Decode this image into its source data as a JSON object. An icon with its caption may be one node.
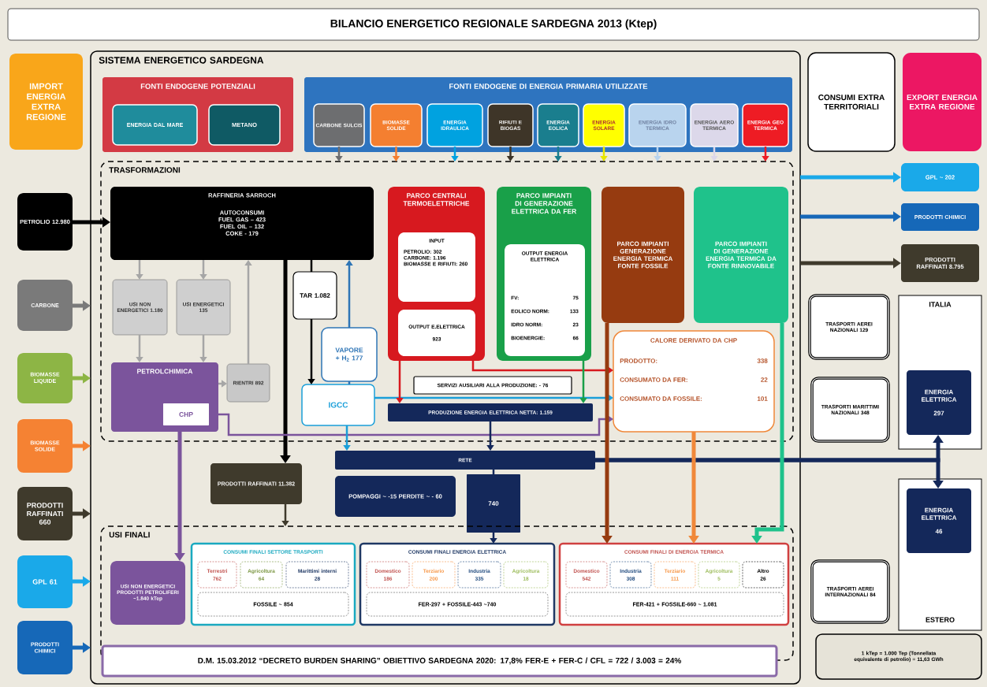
{
  "diagram": {
    "title": "BILANCIO ENERGETICO REGIONALE SARDEGNA 2013 (Ktep)",
    "nodes": [
      {
        "text": [
          "IMPORT ENERGIA EXTRA REGIONE"
        ]
      },
      {
        "text": [
          "SISTEMA ENERGETICO SARDEGNA"
        ]
      },
      {
        "text": [
          "FONTI ENDOGENE POTENZIALI"
        ],
        "in": 1
      },
      {
        "text": [
          "ENERGIA DAL MARE"
        ],
        "in": 2
      },
      {
        "text": [
          "METANO"
        ],
        "in": 2
      },
      {
        "text": [
          "FONTI ENDOGENE DI ENERGIA PRIMARIA UTILIZZATE"
        ],
        "in": 1
      },
      {
        "text": [
          "CARBONE SULCIS"
        ],
        "in": 5
      },
      {
        "text": [
          "BIOMASSE SOLIDE"
        ],
        "in": 5
      },
      {
        "text": [
          "ENERGIA IDRAULICA"
        ],
        "in": 5
      },
      {
        "text": [
          "RIFIUTI E BIOGAS"
        ],
        "in": 5
      },
      {
        "text": [
          "ENERGIA EOLICA"
        ],
        "in": 5
      },
      {
        "text": [
          "ENERGIA SOLARE"
        ],
        "in": 5
      },
      {
        "text": [
          "ENERGIA IDRO TERMICA"
        ],
        "in": 5
      },
      {
        "text": [
          "ENERGIA AERO TERMICA"
        ],
        "in": 5
      },
      {
        "text": [
          "ENERGIA GEO TERMICA"
        ],
        "in": 5
      },
      {
        "text": [
          "TRASFORMAZIONI"
        ],
        "in": 1
      },
      {
        "text": [
          "RAFFINERIA SARROCH",
          "AUTOCONSUMI",
          "FUEL GAS – 423",
          "FUEL OIL – 132",
          "COKE - 179"
        ],
        "in": 15
      },
      {
        "text": [
          "PETROLIO 12.980"
        ]
      },
      {
        "text": [
          "CARBONE"
        ]
      },
      {
        "text": [
          "BIOMASSE LIQUIDE"
        ]
      },
      {
        "text": [
          "BIOMASSE SOLIDE"
        ]
      },
      {
        "text": [
          "PRODOTTI RAFFINATI 660"
        ]
      },
      {
        "text": [
          "GPL 61"
        ]
      },
      {
        "text": [
          "PRODOTTI CHIMICI"
        ]
      },
      {
        "text": [
          "USI NON ENERGETICI 1.180"
        ],
        "in": 15
      },
      {
        "text": [
          "USI ENERGETICI 135"
        ],
        "in": 15
      },
      {
        "text": [
          "PETROLCHIMICA"
        ],
        "in": 15
      },
      {
        "text": [
          "CHP"
        ],
        "in": 26
      },
      {
        "text": [
          "RIENTRI 892"
        ],
        "in": 15
      },
      {
        "text": [
          "TAR 1.082"
        ],
        "in": 15
      },
      {
        "text": [
          "VAPORE + H$_{2}$ 177"
        ],
        "in": 15
      },
      {
        "text": [
          "IGCC"
        ],
        "in": 15
      },
      {
        "text": [
          "PARCO CENTRALI TERMOELETTRICHE"
        ],
        "in": 15
      },
      {
        "text": [
          "INPUT",
          "PETROLIO: 302",
          "CARBONE: 1.196",
          "BIOMASSE E RIFIUTI: 260"
        ],
        "in": 32
      },
      {
        "text": [
          "OUTPUT E.ELETTRICA",
          "923"
        ],
        "in": 32
      },
      {
        "text": [
          "PARCO IMPIANTI DI GENERAZIONE ELETTRICA DA FER"
        ],
        "in": 15
      },
      {
        "text": [
          "OUTPUT ENERGIA ELETTRICA",
          "FV:",
          "75",
          "EOLICO NORM:",
          "133",
          "IDRO NORM:",
          "23",
          "BIOENERGIE:",
          "66"
        ],
        "in": 35
      },
      {
        "text": [
          "PARCO IMPIANTI GENERAZIONE ENERGIA TERMICA FONTE FOSSILE"
        ],
        "in": 15
      },
      {
        "text": [
          "PARCO IMPIANTI DI GENERAZIONE ENERGIA TERMICA DA FONTE RINNOVABILE"
        ],
        "in": 15
      },
      {
        "text": [
          "CALORE DERIVATO DA CHP",
          "PRODOTTO:",
          "338",
          "CONSUMATO DA FER:",
          "22",
          "CONSUMATO DA FOSSILE:",
          "101"
        ],
        "in": 15
      },
      {
        "text": [
          "SERVIZI AUSILIARI ALLA PRODUZIONE: - 76"
        ],
        "in": 15
      },
      {
        "text": [
          "PRODUZIONE ENERGIA ELETTRICA NETTA: 1.159"
        ],
        "in": 15
      },
      {
        "text": [
          "RETE"
        ],
        "in": 1
      },
      {
        "text": [
          "POMPAGGI ~ -15 PERDITE ~ - 60"
        ],
        "in": 1
      },
      {
        "text": [
          "740"
        ],
        "in": 1
      },
      {
        "text": [
          "PRODOTTI RAFFINATI 11.382"
        ],
        "in": 1
      },
      {
        "text": [
          "USI FINALI"
        ],
        "in": 1
      },
      {
        "text": [
          "USI NON ENERGETICI PRODOTTI PETROLIFERI ~1.840 kTep"
        ],
        "in": 46
      },
      {
        "text": [
          "CONSUMI FINALI SETTORE TRASPORTI"
        ],
        "in": 46
      },
      {
        "text": [
          "Terrestri",
          "762"
        ],
        "in": 48
      },
      {
        "text": [
          "Agricoltura",
          "64"
        ],
        "in": 48
      },
      {
        "text": [
          "Marittimi interni",
          "28"
        ],
        "in": 48
      },
      {
        "text": [
          "FOSSILE ~ 854"
        ],
        "in": 48
      },
      {
        "text": [
          "CONSUMI FINALI ENERGIA ELETTRICA"
        ],
        "in": 46
      },
      {
        "text": [
          "Domestico",
          "186"
        ],
        "in": 53
      },
      {
        "text": [
          "Terziario",
          "200"
        ],
        "in": 53
      },
      {
        "text": [
          "Industria",
          "335"
        ],
        "in": 53
      },
      {
        "text": [
          "Agricoltura",
          "18"
        ],
        "in": 53
      },
      {
        "text": [
          "FER-297 + FOSSILE-443 ~740"
        ],
        "in": 53
      },
      {
        "text": [
          "CONSUMI FINALI DI ENERGIA TERMICA"
        ],
        "in": 46
      },
      {
        "text": [
          "Domestico",
          "542"
        ],
        "in": 59
      },
      {
        "text": [
          "Industria",
          "308"
        ],
        "in": 59
      },
      {
        "text": [
          "Terziario",
          "111"
        ],
        "in": 59
      },
      {
        "text": [
          "Agricoltura",
          "5"
        ],
        "in": 59
      },
      {
        "text": [
          "Altro",
          "26"
        ],
        "in": 59
      },
      {
        "text": [
          "FER-421 + FOSSILE-660 ~ 1.081"
        ],
        "in": 59
      },
      {
        "text": [
          "D.M. 15.03.2012 “DECRETO BURDEN SHARING” OBIETTIVO SARDEGNA 2020: 17,8%   FER-E + FER-C / CFL = 722 / 3.003 =  24%"
        ],
        "in": 1
      },
      {
        "text": [
          "CONSUMI EXTRA TERRITORIALI"
        ]
      },
      {
        "text": [
          "EXPORT ENERGIA EXTRA REGIONE"
        ]
      },
      {
        "text": [
          "GPL ~ 202"
        ]
      },
      {
        "text": [
          "PRODOTTI CHIMICI"
        ]
      },
      {
        "text": [
          "PRODOTTI RAFFINATI 8.795"
        ]
      },
      {
        "text": [
          "TRASPORTI AEREI NAZIONALI 129"
        ]
      },
      {
        "text": [
          "TRASPORTI MARITTIMI NAZIONALI 348"
        ]
      },
      {
        "text": [
          "ITALIA"
        ]
      },
      {
        "text": [
          "ENERGIA ELETTRICA",
          "297"
        ],
        "in": 74
      },
      {
        "text": [
          "ESTERO"
        ]
      },
      {
        "text": [
          "ENERGIA ELETTRICA",
          "46"
        ],
        "in": 76
      },
      {
        "text": [
          "TRASPORTI AEREI INTERNAZIONALI 84"
        ]
      },
      {
        "text": [
          "1 kTep = 1.000 Tep (Tonnellata equivalente di petrolio) = 11,63 GWh"
        ]
      }
    ],
    "edges": [
      {
        "from": 17,
        "to": 16,
        "arrow": "to",
        "style": "thick",
        "color": "#000000"
      },
      {
        "from": 18,
        "to": 1,
        "arrow": "to",
        "style": "thick",
        "color": "#7a7a7a"
      },
      {
        "from": 19,
        "to": 1,
        "arrow": "to",
        "style": "thick",
        "color": "#8db545"
      },
      {
        "from": 20,
        "to": 1,
        "arrow": "to",
        "style": "thick",
        "color": "#f58233"
      },
      {
        "from": 21,
        "to": 1,
        "arrow": "to",
        "style": "thick",
        "color": "#3f3a2c"
      },
      {
        "from": 22,
        "to": 1,
        "arrow": "to",
        "style": "thick",
        "color": "#1aa9e9"
      },
      {
        "from": 23,
        "to": 1,
        "arrow": "to",
        "style": "thick",
        "color": "#1668b8"
      },
      {
        "from": 6,
        "to": 15,
        "arrow": "to",
        "color": "#6d6e70"
      },
      {
        "from": 7,
        "to": 15,
        "arrow": "to",
        "color": "#f47f30"
      },
      {
        "from": 8,
        "to": 15,
        "arrow": "to",
        "color": "#00a2e0"
      },
      {
        "from": 9,
        "to": 15,
        "arrow": "to",
        "color": "#3e3528"
      },
      {
        "from": 10,
        "to": 15,
        "arrow": "to",
        "color": "#1a7e8e"
      },
      {
        "from": 11,
        "to": 15,
        "arrow": "to",
        "color": "#e6e600"
      },
      {
        "from": 12,
        "to": 15,
        "arrow": "to",
        "color": "#b9d4ee"
      },
      {
        "from": 13,
        "to": 15,
        "arrow": "to",
        "color": "#dcd8ea"
      },
      {
        "from": 14,
        "to": 15,
        "arrow": "to",
        "color": "#ee1c24"
      },
      {
        "from": 16,
        "to": 24,
        "arrow": "to",
        "color": "#a6a6a6"
      },
      {
        "from": 16,
        "to": 25,
        "arrow": "to",
        "color": "#a6a6a6"
      },
      {
        "from": 24,
        "to": 26,
        "arrow": "to",
        "color": "#a6a6a6"
      },
      {
        "from": 25,
        "to": 26,
        "arrow": "to",
        "color": "#a6a6a6"
      },
      {
        "from": 26,
        "to": 28,
        "arrow": "to",
        "color": "#a6a6a6"
      },
      {
        "from": 28,
        "to": 16,
        "arrow": "to",
        "color": "#a6a6a6"
      },
      {
        "from": 16,
        "to": 29,
        "arrow": "none",
        "color": "#000000"
      },
      {
        "from": 29,
        "to": 31,
        "arrow": "to",
        "color": "#000000"
      },
      {
        "from": 31,
        "to": 30,
        "arrow": "none",
        "color": "#2e75b6"
      },
      {
        "from": 30,
        "to": 16,
        "arrow": "to",
        "color": "#2e75b6"
      },
      {
        "from": 16,
        "to": 45,
        "arrow": "to",
        "style": "thick",
        "color": "#000000"
      },
      {
        "from": 45,
        "to": 46,
        "arrow": "to",
        "color": "#3f3a2c"
      },
      {
        "from": 26,
        "to": 47,
        "arrow": "to",
        "style": "thick",
        "color": "#7b549c"
      },
      {
        "from": 27,
        "to": 39,
        "arrow": "to",
        "color": "#7b549c"
      },
      {
        "from": 31,
        "to": 39,
        "arrow": "to",
        "color": "#1a9fd9"
      },
      {
        "from": 31,
        "to": 42,
        "arrow": "to",
        "color": "#1a9fd9"
      },
      {
        "from": 32,
        "to": 39,
        "arrow": "to",
        "color": "#d7191f"
      },
      {
        "from": 32,
        "to": 41,
        "arrow": "to",
        "color": "#d7191f"
      },
      {
        "from": 35,
        "to": 41,
        "arrow": "to",
        "color": "#19a049"
      },
      {
        "from": 41,
        "to": 42,
        "arrow": "to",
        "color": "#14285a"
      },
      {
        "from": 42,
        "to": 44,
        "arrow": "none",
        "color": "#14285a"
      },
      {
        "from": 44,
        "to": 53,
        "arrow": "to",
        "color": "#14285a"
      },
      {
        "from": 42,
        "to": 75,
        "arrow": "to",
        "style": "thick",
        "color": "#14285a"
      },
      {
        "from": 42,
        "to": 77,
        "arrow": "to",
        "style": "thick",
        "color": "#14285a"
      },
      {
        "from": 37,
        "to": 59,
        "arrow": "to",
        "style": "thick",
        "color": "#963b10"
      },
      {
        "from": 38,
        "to": 59,
        "arrow": "to",
        "style": "thick",
        "color": "#1fc28b"
      },
      {
        "from": 39,
        "to": 59,
        "arrow": "to",
        "style": "thick",
        "color": "#f0883a"
      },
      {
        "from": 1,
        "to": 69,
        "arrow": "to",
        "style": "thick",
        "color": "#1aa9e9"
      },
      {
        "from": 1,
        "to": 70,
        "arrow": "to",
        "style": "thick",
        "color": "#1668b8"
      },
      {
        "from": 1,
        "to": 71,
        "arrow": "to",
        "style": "thick",
        "color": "#3f3a2c"
      }
    ]
  }
}
